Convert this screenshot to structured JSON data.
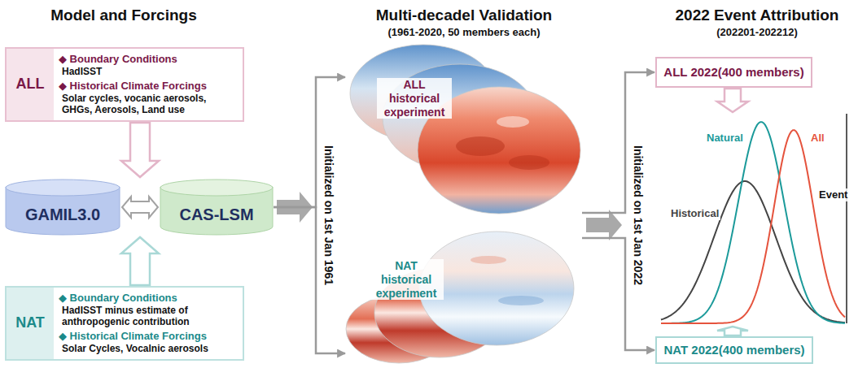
{
  "diagram": {
    "nodes": [
      {
        "text": [
          "ALL",
          "◆ Boundary Conditions",
          "HadISST",
          "◆ Historical Climate Forcings",
          "Solar cycles, vocanic aerosols, GHGs, Aerosols, Land use"
        ]
      },
      {
        "text": [
          "GAMIL3.0"
        ]
      },
      {
        "text": [
          "CAS-LSM"
        ]
      },
      {
        "text": [
          "NAT",
          "◆ Boundary Conditions",
          "HadISST minus estimate of anthropogenic contribution",
          "◆ Historical Climate Forcings",
          "Solar Cycles, Vocalnic aerosols"
        ]
      },
      {
        "text": [
          "ALL historical experiment"
        ]
      },
      {
        "text": [
          "NAT historical experiment"
        ]
      },
      {
        "text": [
          "ALL 2022(400 members)"
        ]
      },
      {
        "text": [
          "Natural",
          "All",
          "Historical",
          "Event"
        ]
      },
      {
        "text": [
          "NAT 2022(400 members)"
        ]
      }
    ],
    "edges": [
      {
        "from": 0,
        "to": 1,
        "arrow": "to"
      },
      {
        "from": 3,
        "to": 1,
        "arrow": "to"
      },
      {
        "from": 1,
        "to": 2,
        "arrow": "both"
      },
      {
        "from": 2,
        "to": 4,
        "arrow": "to"
      },
      {
        "from": 2,
        "to": 5,
        "arrow": "to"
      },
      {
        "from": 4,
        "to": 6,
        "arrow": "to"
      },
      {
        "from": 5,
        "to": 8,
        "arrow": "to"
      },
      {
        "from": 6,
        "to": 7,
        "arrow": "to"
      },
      {
        "from": 8,
        "to": 7,
        "arrow": "to"
      }
    ],
    "labels": [
      "Model and Forcings",
      "Multi-decadel Validation",
      "(1961-2020, 50 members each)",
      "2022 Event Attribution",
      "(202201-202212)",
      "Initialized on 1st Jan 1961",
      "Initialized on 1st Jan 2022"
    ]
  }
}
